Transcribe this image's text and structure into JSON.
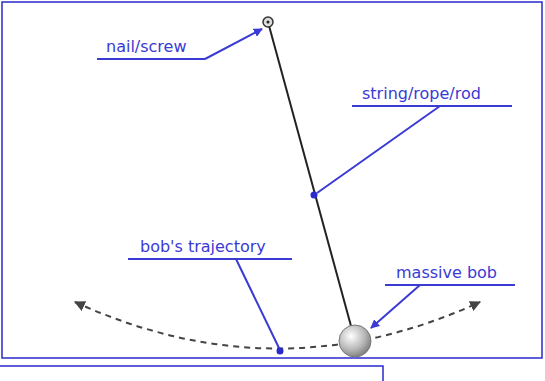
{
  "diagram": {
    "labels": [
      "nail/screw",
      "string/rope/rod",
      "bob's trajectory",
      "massive bob"
    ]
  }
}
